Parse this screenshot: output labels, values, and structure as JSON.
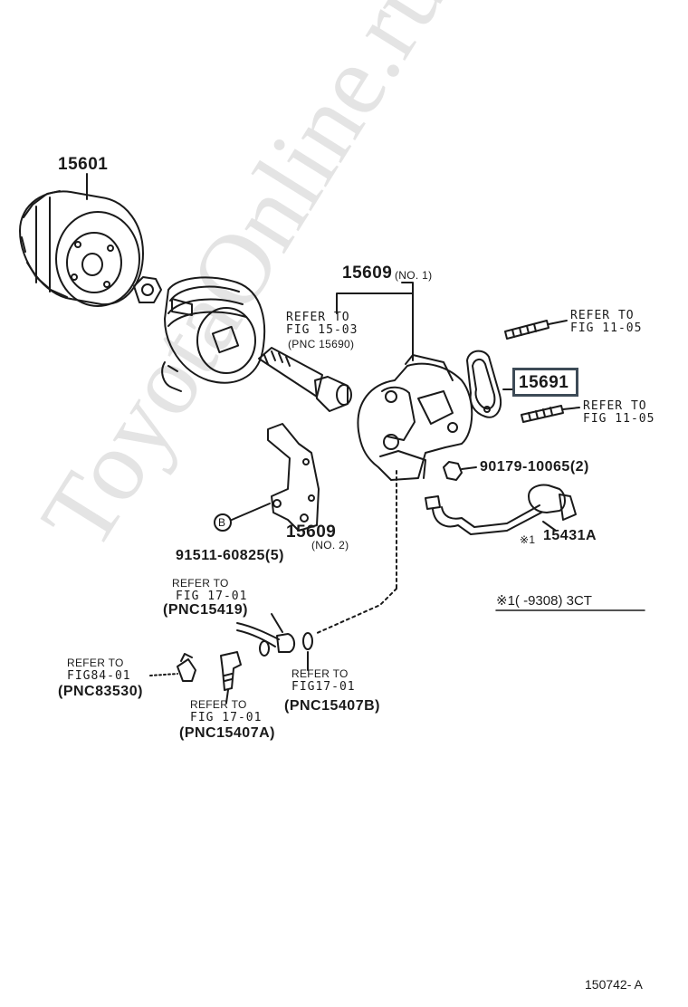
{
  "watermark": "ToyotaOnline.ru",
  "colors": {
    "ink": "#1a1a1a",
    "highlight_border": "#3d4b57",
    "watermark": "#dcdcdc"
  },
  "parts": {
    "p15601": "15601",
    "p15609_no1": "15609",
    "p15609_no1_suffix": "(NO. 1)",
    "p15609_no2": "15609",
    "p15609_no2_suffix": "(NO. 2)",
    "p15691": "15691",
    "p90179": "90179-10065(2)",
    "p15431a": "15431A",
    "p15431a_mark": "※1",
    "p91511": "91511-60825(5)",
    "mark_b": "B"
  },
  "refs": {
    "fig1503_line1": "REFER TO",
    "fig1503_line2": "FIG 15-03",
    "fig1503_line3": "(PNC 15690)",
    "fig1105a_line1": "REFER TO",
    "fig1105a_line2": "FIG 11-05",
    "fig1105b_line1": "REFER TO",
    "fig1105b_line2": "FIG 11-05",
    "fig1701a_line1": "REFER TO",
    "fig1701a_line2": "FIG 17-01",
    "fig1701a_line3": "(PNC15419)",
    "fig8401_line1": "REFER TO",
    "fig8401_line2": "FIG84-01",
    "fig8401_line3": "(PNC83530)",
    "fig1701b_line1": "REFER TO",
    "fig1701b_line2": "FIG 17-01",
    "fig1701b_line3": "(PNC15407A)",
    "fig1701c_line1": "REFER TO",
    "fig1701c_line2": "FIG17-01",
    "fig1701c_line3": "(PNC15407B)"
  },
  "notes": {
    "footnote": "※1(      -9308) 3CT",
    "figure_number": "150742- A"
  }
}
